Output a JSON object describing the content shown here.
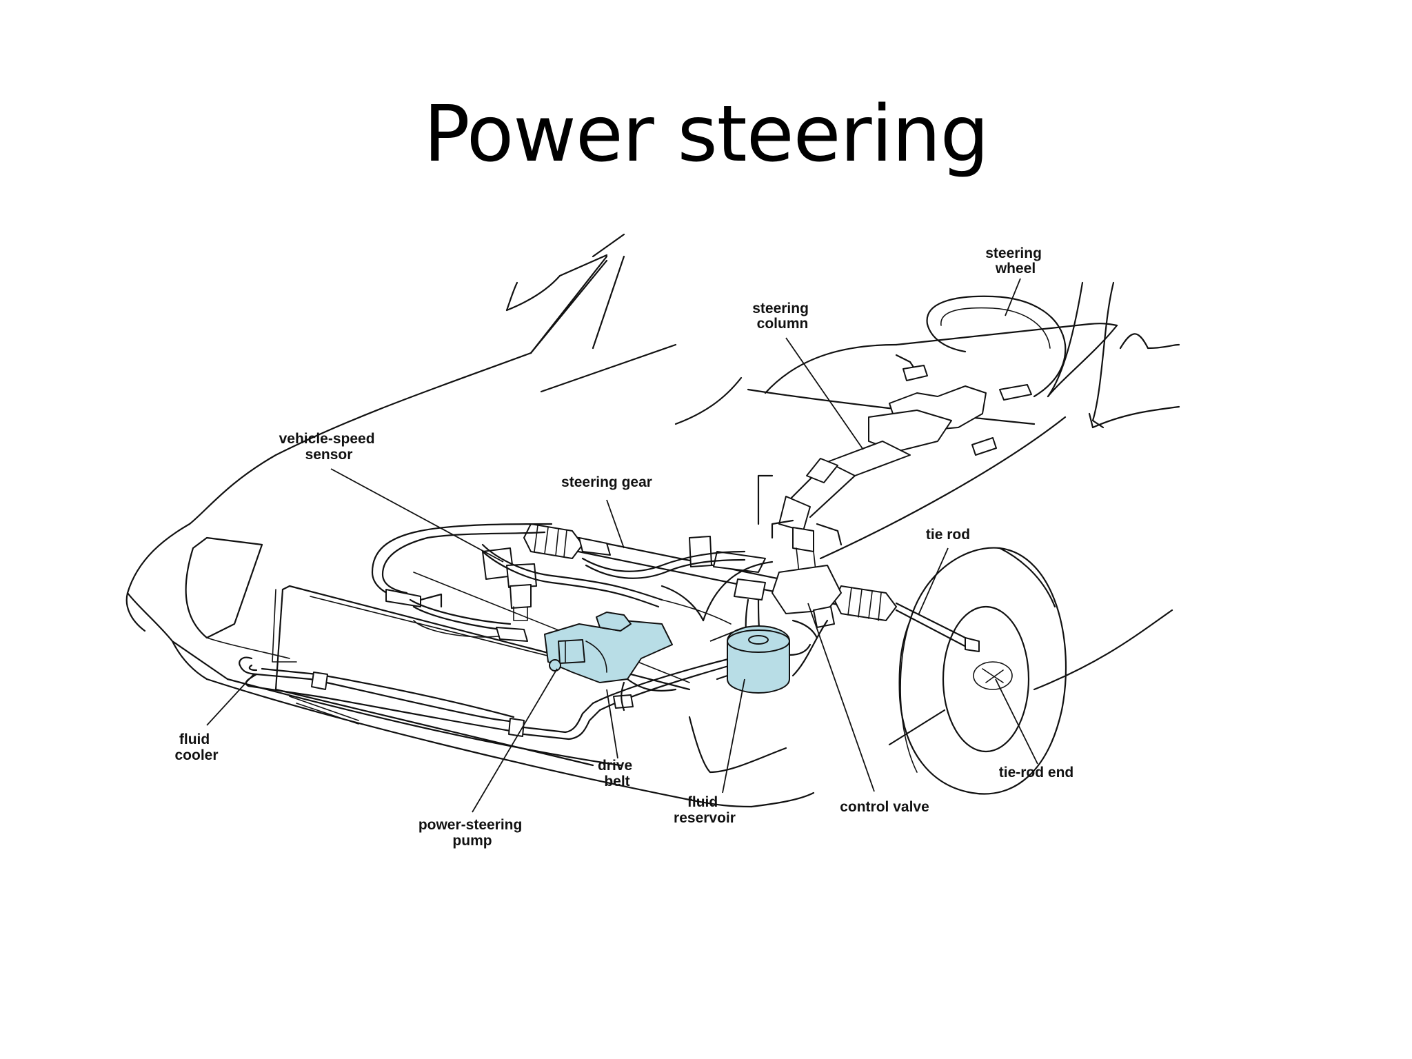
{
  "title": "Power steering",
  "accent_color": "#b8dde6",
  "labels": {
    "steering_wheel": [
      "steering",
      "wheel"
    ],
    "steering_column": [
      "steering",
      "column"
    ],
    "vehicle_speed_sensor": [
      "vehicle-speed",
      "sensor"
    ],
    "steering_gear": [
      "steering gear"
    ],
    "tie_rod": [
      "tie rod"
    ],
    "fluid_cooler": [
      "fluid",
      "cooler"
    ],
    "drive_belt": [
      "drive",
      "belt"
    ],
    "fluid_reservoir": [
      "fluid",
      "reservoir"
    ],
    "control_valve": [
      "control valve"
    ],
    "tie_rod_end": [
      "tie-rod end"
    ],
    "power_steering_pump": [
      "power-steering",
      "pump"
    ]
  }
}
